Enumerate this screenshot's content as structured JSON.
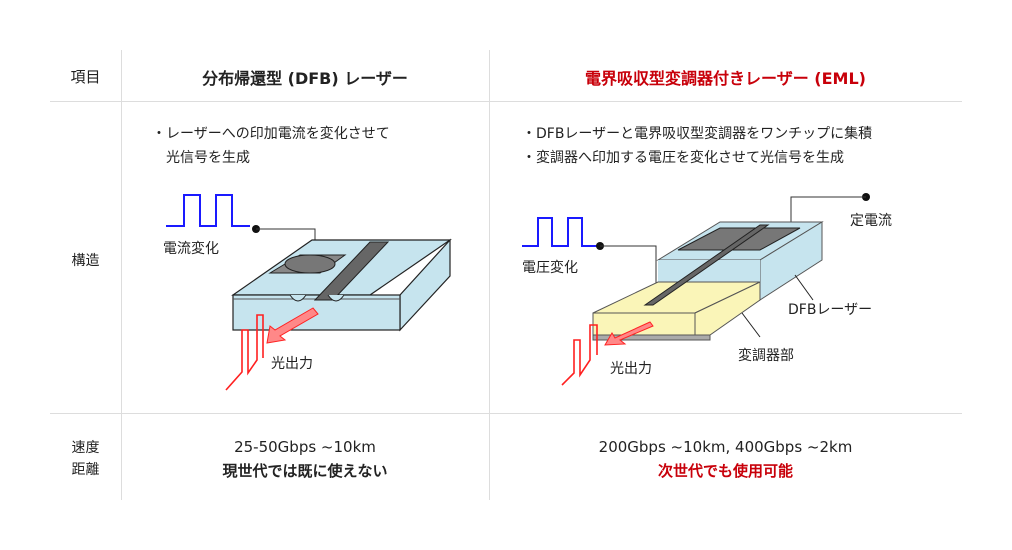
{
  "header": {
    "item_label": "項目",
    "dfb_title": "分布帰還型 (DFB) レーザー",
    "eml_title": "電界吸収型変調器付きレーザー (EML)"
  },
  "structure": {
    "row_label": "構造",
    "dfb": {
      "bullets": [
        "・レーザーへの印加電流を変化させて",
        "　光信号を生成"
      ],
      "labels": {
        "input": "電流変化",
        "output": "光出力"
      }
    },
    "eml": {
      "bullets": [
        "・DFBレーザーと電界吸収型変調器をワンチップに集積",
        "・変調器へ印加する電圧を変化させて光信号を生成"
      ],
      "labels": {
        "input": "電圧変化",
        "constant": "定電流",
        "laser": "DFBレーザー",
        "modulator": "変調器部",
        "output": "光出力"
      }
    }
  },
  "speed": {
    "row_label_1": "速度",
    "row_label_2": "距離",
    "dfb": {
      "spec": "25-50Gbps ~10km",
      "note": "現世代では既に使えない"
    },
    "eml": {
      "spec": "200Gbps ~10km, 400Gbps ~2km",
      "note": "次世代でも使用可能"
    }
  },
  "colors": {
    "accent": "#c8000a",
    "signal_in": "#1a1aff",
    "signal_out": "#ff2020",
    "chip": "#c6e4ee",
    "modulator": "#faf5b8"
  }
}
